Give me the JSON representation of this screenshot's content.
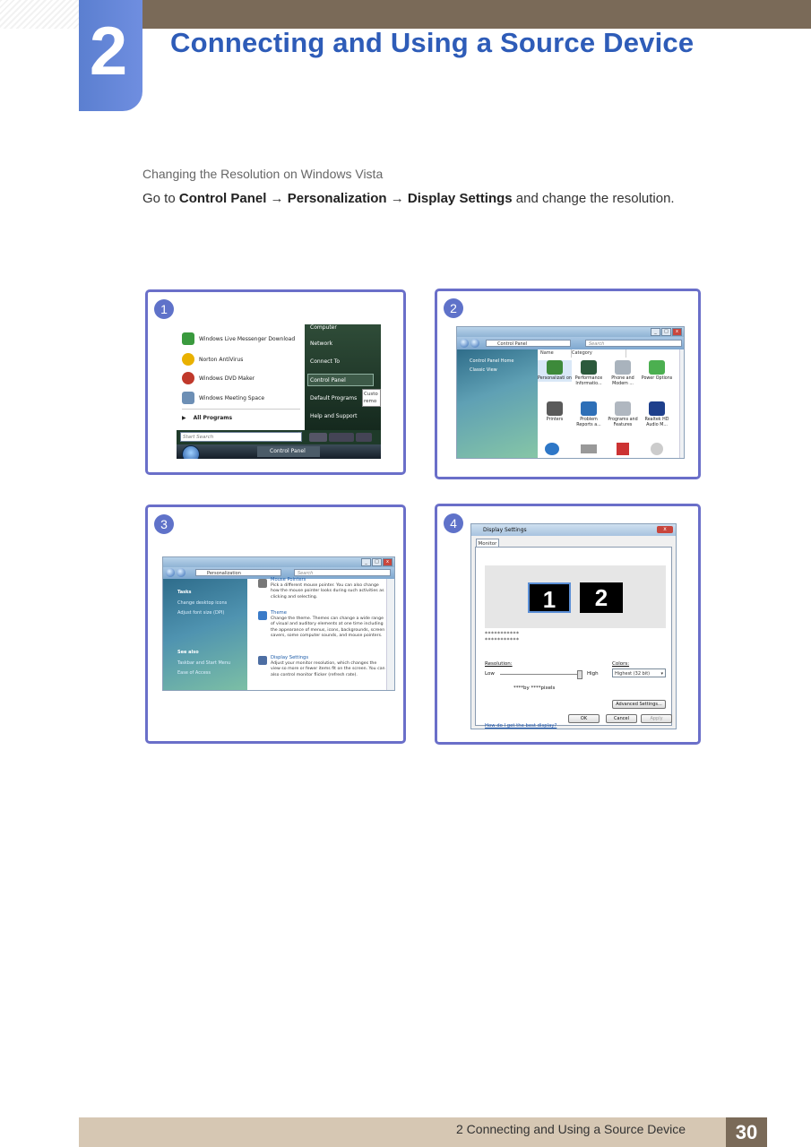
{
  "header": {
    "chapter_number": "2",
    "title": "Connecting and Using a Source Device"
  },
  "section": {
    "title": "Changing the Resolution on Windows Vista",
    "instruction": {
      "prefix": "Go to ",
      "step1": "Control Panel",
      "arrow1": " → ",
      "step2": "Personalization",
      "arrow2": " → ",
      "step3": "Display Settings",
      "suffix": " and change the resolution."
    }
  },
  "figures": [
    {
      "badge": "1",
      "start_menu": {
        "left_items": [
          "Windows Live Messenger Download",
          "Norton AntiVirus",
          "Windows DVD Maker",
          "Windows Meeting Space"
        ],
        "all_programs": "All Programs",
        "search_placeholder": "Start Search",
        "right_items": [
          "Computer",
          "Network",
          "Connect To",
          "Control Panel",
          "Default Programs",
          "Help and Support"
        ],
        "tooltip": "Custo remo",
        "taskbar_button": "Control Panel"
      }
    },
    {
      "badge": "2",
      "control_panel": {
        "address": "Control Panel",
        "search": "Search",
        "sidebar_links": [
          "Control Panel Home",
          "Classic View"
        ],
        "columns": [
          "Name",
          "Category"
        ],
        "items": [
          "Personalizati on",
          "Performance Informatio...",
          "Phone and Modem ...",
          "Power Options",
          "Printers",
          "Problem Reports a...",
          "Programs and Features",
          "Realtek HD Audio M..."
        ]
      }
    },
    {
      "badge": "3",
      "personalization": {
        "address": "Personalization",
        "search": "Search",
        "tasks_header": "Tasks",
        "tasks": [
          "Change desktop icons",
          "Adjust font size (DPI)"
        ],
        "see_also_header": "See also",
        "see_also": [
          "Taskbar and Start Menu",
          "Ease of Access"
        ],
        "entries": [
          {
            "title": "Mouse Pointers",
            "text": "Pick a different mouse pointer. You can also change how the mouse pointer looks during such activities as clicking and selecting."
          },
          {
            "title": "Theme",
            "text": "Change the theme. Themes can change a wide range of visual and auditory elements at one time including the appearance of menus, icons, backgrounds, screen savers, some computer sounds, and mouse pointers."
          },
          {
            "title": "Display Settings",
            "text": "Adjust your monitor resolution, which changes the view so more or fewer items fit on the screen. You can also control monitor flicker (refresh rate)."
          }
        ]
      }
    },
    {
      "badge": "4",
      "display_settings": {
        "title": "Display Settings",
        "close": "x",
        "tab": "Monitor",
        "monitor1": "1",
        "monitor2": "2",
        "stars_line1": "***********",
        "stars_line2": "***********",
        "resolution_label": "Resolution:",
        "low": "Low",
        "high": "High",
        "pixels": "****by ****pixels",
        "colors_label": "Colors:",
        "colors_value": "Highest (32 bit)",
        "advanced_button": "Advanced Settings...",
        "help_link": "How do I get the best display?",
        "ok": "OK",
        "cancel": "Cancel",
        "apply": "Apply"
      }
    }
  ],
  "footer": {
    "text": "2 Connecting and Using a Source Device",
    "page_number": "30"
  },
  "colors": {
    "accent_blue": "#2e5cb8",
    "frame_border": "#6a6fc9",
    "top_bar": "#7a6a58",
    "footer_bar": "#d6c7b3"
  }
}
